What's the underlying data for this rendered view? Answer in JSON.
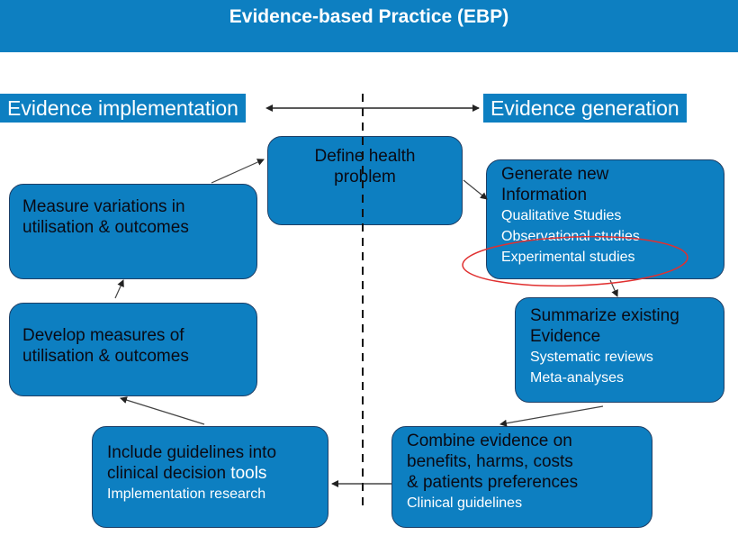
{
  "title": "Evidence-based Practice (EBP)",
  "labels": {
    "implementation": "Evidence implementation",
    "generation": "Evidence generation"
  },
  "boxes": {
    "define": {
      "line1": "Define health",
      "line2": "problem"
    },
    "generate": {
      "title1": "Generate new",
      "title2": "Information",
      "items": [
        "Qualitative Studies",
        "Observational studies",
        "Experimental studies"
      ]
    },
    "summarize": {
      "title1": "Summarize existing",
      "title2": "Evidence",
      "items": [
        "Systematic reviews",
        "Meta-analyses"
      ]
    },
    "combine": {
      "title1": "Combine evidence on",
      "title2": "benefits, harms, costs",
      "title3": "& patients preferences",
      "item": "Clinical guidelines"
    },
    "include": {
      "title1": "Include guidelines into",
      "title2_a": "clinical decision ",
      "title2_b": "tools",
      "item": "Implementation research"
    },
    "develop": {
      "line1": "Develop measures of",
      "line2": "utilisation & outcomes"
    },
    "measure": {
      "line1": "Measure variations in",
      "line2": "utilisation & outcomes"
    }
  },
  "colors": {
    "box_fill": "#0d7fc1",
    "box_border": "#1f3f66",
    "highlight_ellipse": "#e03030"
  }
}
